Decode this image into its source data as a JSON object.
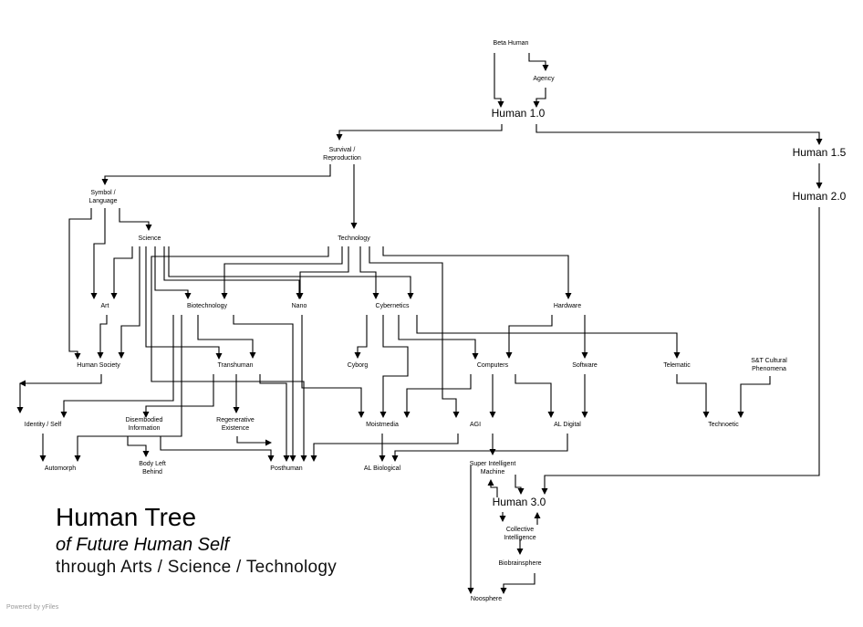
{
  "title": {
    "main": "Human Tree",
    "sub": "of Future Human Self",
    "sub2": "through Arts / Science / Technology"
  },
  "credit": "Powered by yFiles",
  "nodes": {
    "beta_human": "Beta Human",
    "agency": "Agency",
    "human_1_0": "Human 1.0",
    "human_1_5": "Human 1.5",
    "human_2_0": "Human 2.0",
    "survival": [
      "Survival /",
      "Reproduction"
    ],
    "symbol": [
      "Symbol /",
      "Language"
    ],
    "science": "Science",
    "technology": "Technology",
    "art": "Art",
    "biotechnology": "Biotechnology",
    "nano": "Nano",
    "cybernetics": "Cybernetics",
    "hardware": "Hardware",
    "human_society": "Human Society",
    "transhuman": "Transhuman",
    "cyborg": "Cyborg",
    "computers": "Computers",
    "software": "Software",
    "telematic": "Telematic",
    "st_cultural": [
      "S&T Cultural",
      "Phenomena"
    ],
    "identity_self": "Identity / Self",
    "disembodied": [
      "Disembodied",
      "Information"
    ],
    "regenerative": [
      "Regenerative",
      "Existence"
    ],
    "moistmedia": "Moistmedia",
    "agi": "AGI",
    "al_digital": "AL Digital",
    "technoetic": "Technoetic",
    "automorph": "Automorph",
    "body_left": [
      "Body Left",
      "Behind"
    ],
    "posthuman": "Posthuman",
    "al_biological": "AL Biological",
    "super_intelligent": [
      "Super Intelligent",
      "Machine"
    ],
    "human_3_0": "Human 3.0",
    "collective": [
      "Collective",
      "Intelligence"
    ],
    "biobrainsphere": "Biobrainsphere",
    "noosphere": "Noosphere"
  }
}
